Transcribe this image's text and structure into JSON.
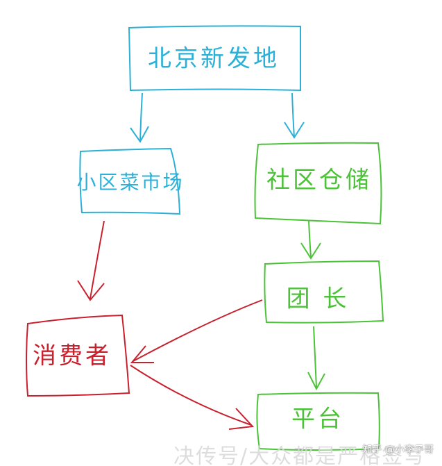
{
  "colors": {
    "blue": "#2bb1d8",
    "green": "#4cc239",
    "red": "#c8202d"
  },
  "nodes": {
    "beijing_wholesale": {
      "label": "北京新发地",
      "color": "blue"
    },
    "community_market": {
      "label": "小区菜市场",
      "color": "blue"
    },
    "community_warehouse": {
      "label": "社区仓储",
      "color": "green"
    },
    "group_leader": {
      "label": "团 长",
      "color": "green"
    },
    "platform": {
      "label": "平台",
      "color": "green"
    },
    "consumer": {
      "label": "消费者",
      "color": "red"
    }
  },
  "watermark": {
    "text": "决传号/大众都是严格签写",
    "credit": "知乎 @小李子哥"
  }
}
